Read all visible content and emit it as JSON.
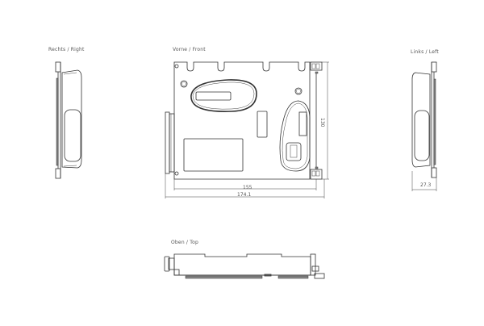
{
  "views": {
    "right": {
      "label": "Rechts  /  Right"
    },
    "front": {
      "label": "Vorne  /  Front"
    },
    "left": {
      "label": "Links  /  Left"
    },
    "top": {
      "label": "Oben  /  Top"
    }
  },
  "dimensions": {
    "height": "130",
    "inner_width": "155",
    "outer_width": "174.1",
    "depth": "27.3"
  }
}
